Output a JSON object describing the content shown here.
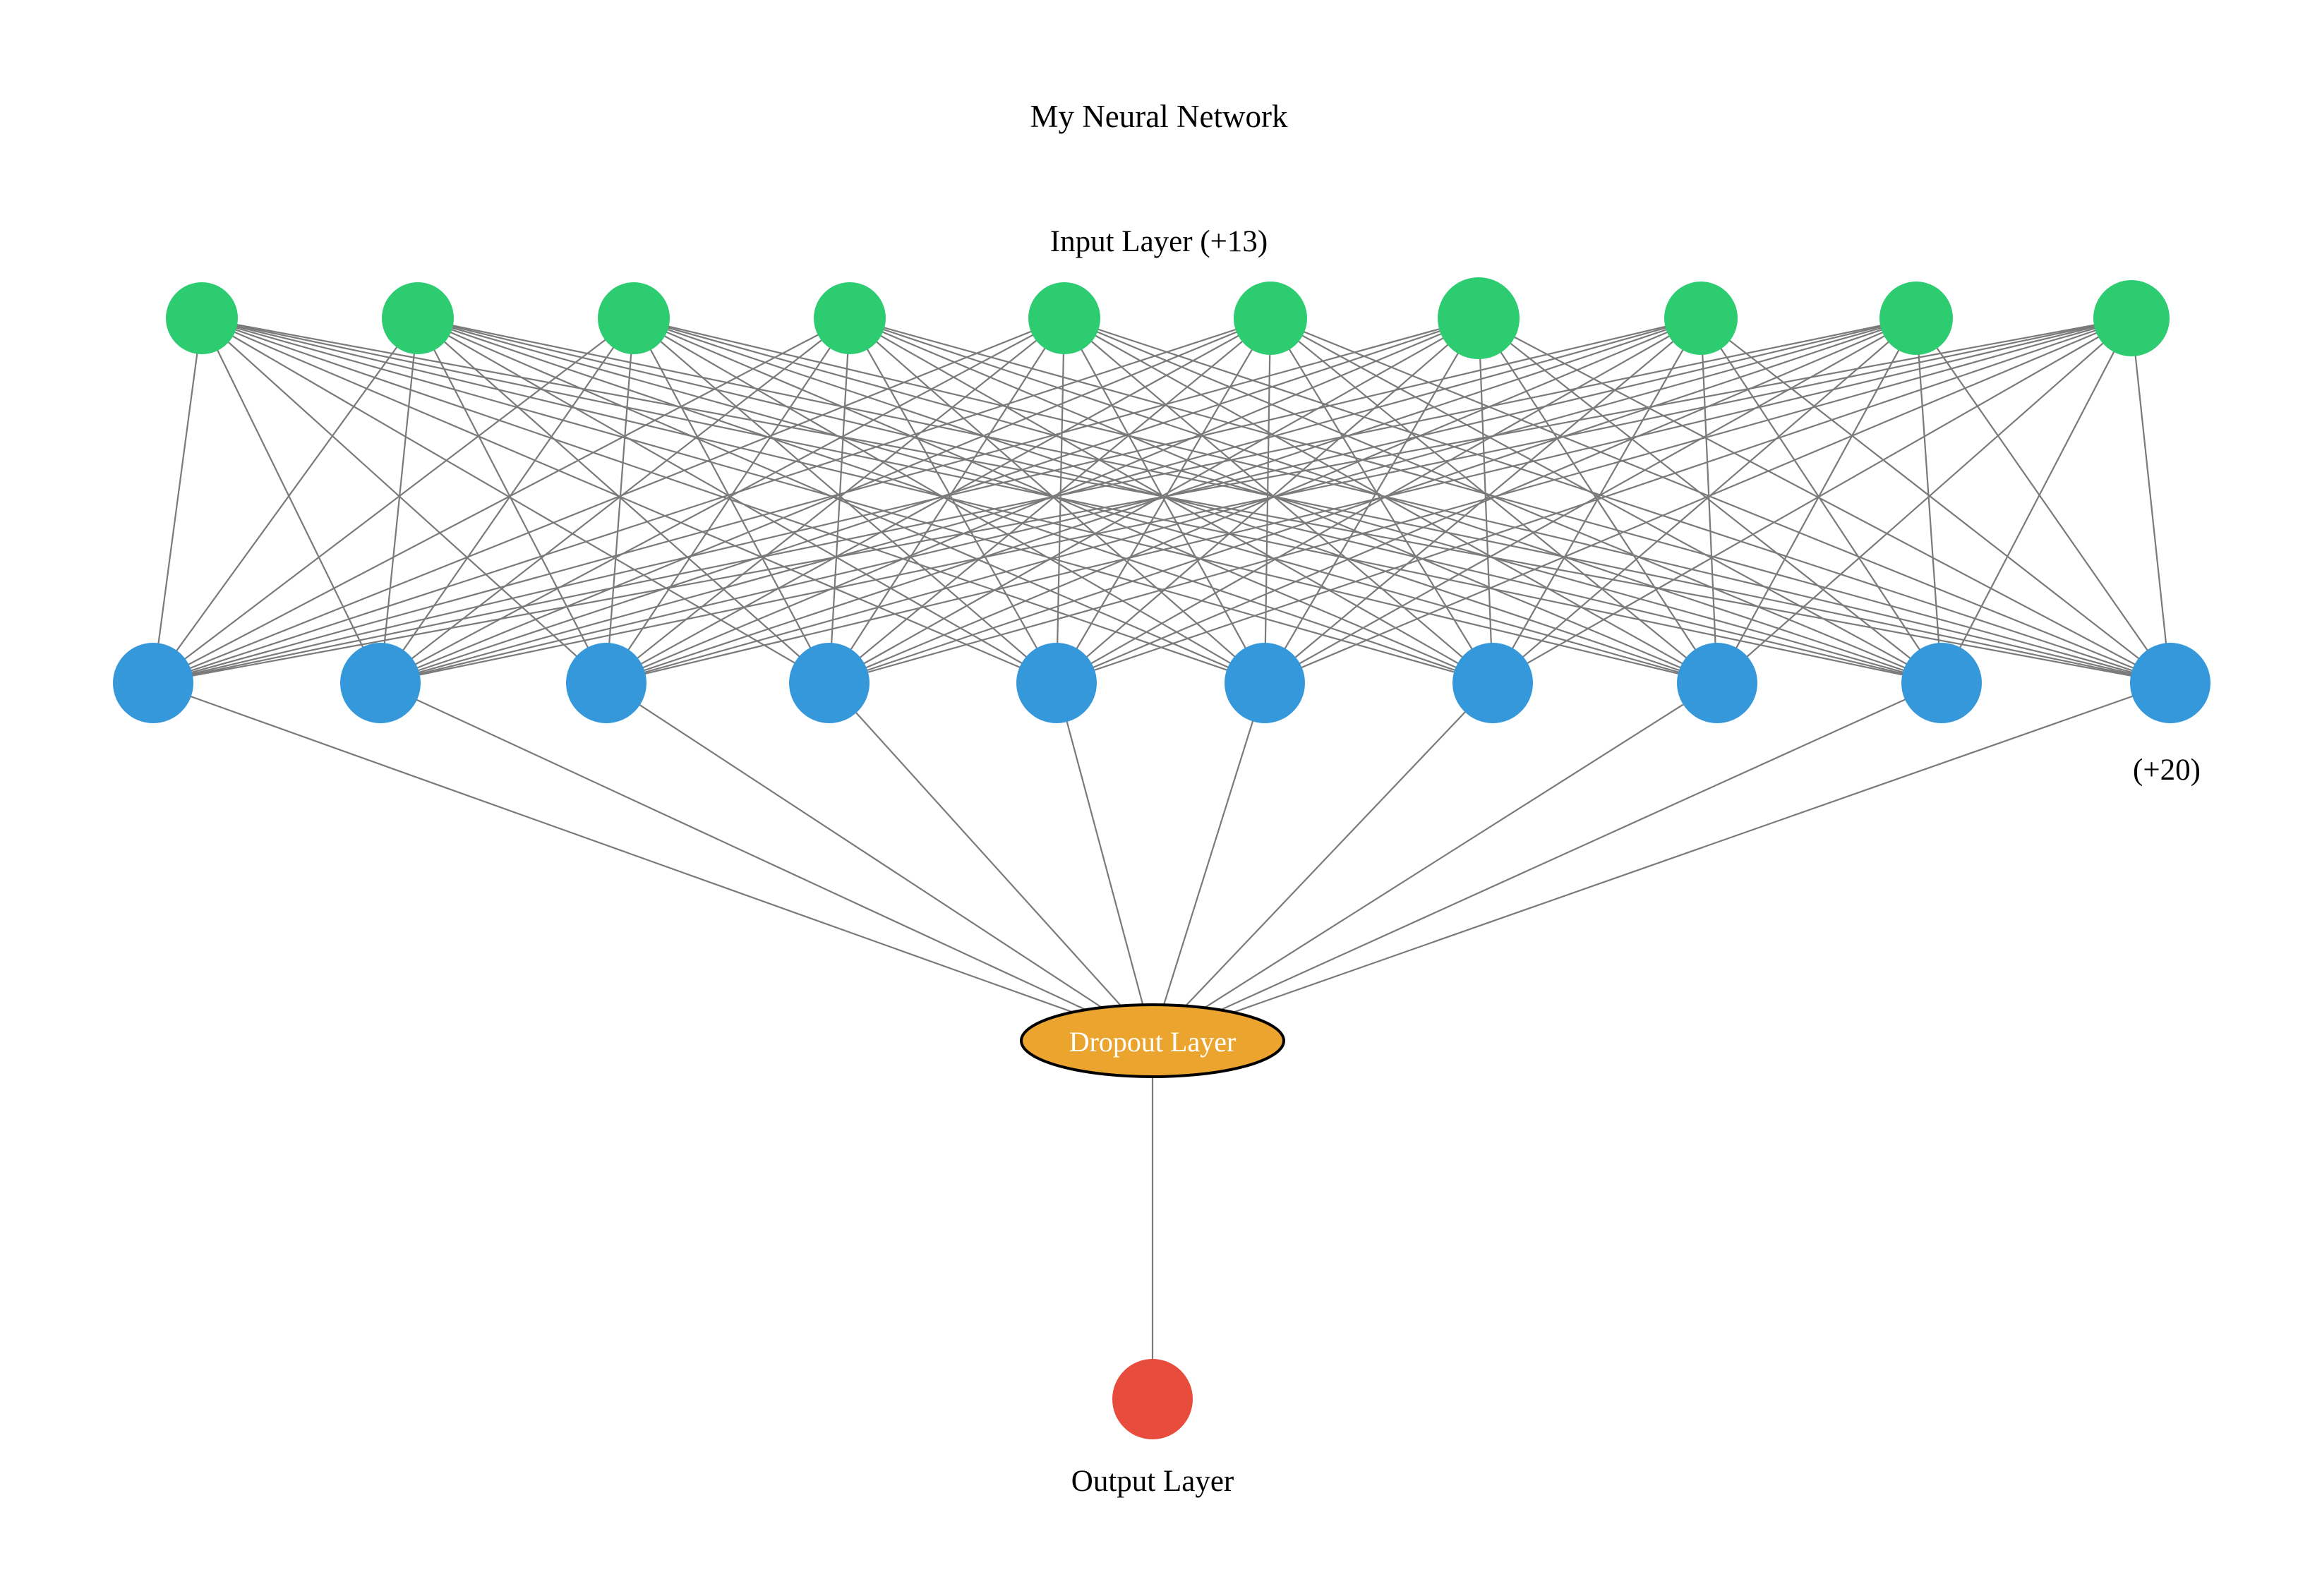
{
  "diagram": {
    "title": "My Neural Network",
    "background": "#ffffff",
    "edge_color": "#7a7a7a",
    "layers": {
      "input": {
        "label": "Input Layer (+13)",
        "color": "#2ecc71",
        "visible_nodes": 10
      },
      "hidden": {
        "label": "(+20)",
        "color": "#3498db",
        "visible_nodes": 10
      },
      "dropout": {
        "label": "Dropout Layer",
        "fill": "#eba42e",
        "stroke": "#000000",
        "text_color": "#ffffff"
      },
      "output": {
        "label": "Output Layer",
        "color": "#e74c3c",
        "visible_nodes": 1
      }
    }
  }
}
